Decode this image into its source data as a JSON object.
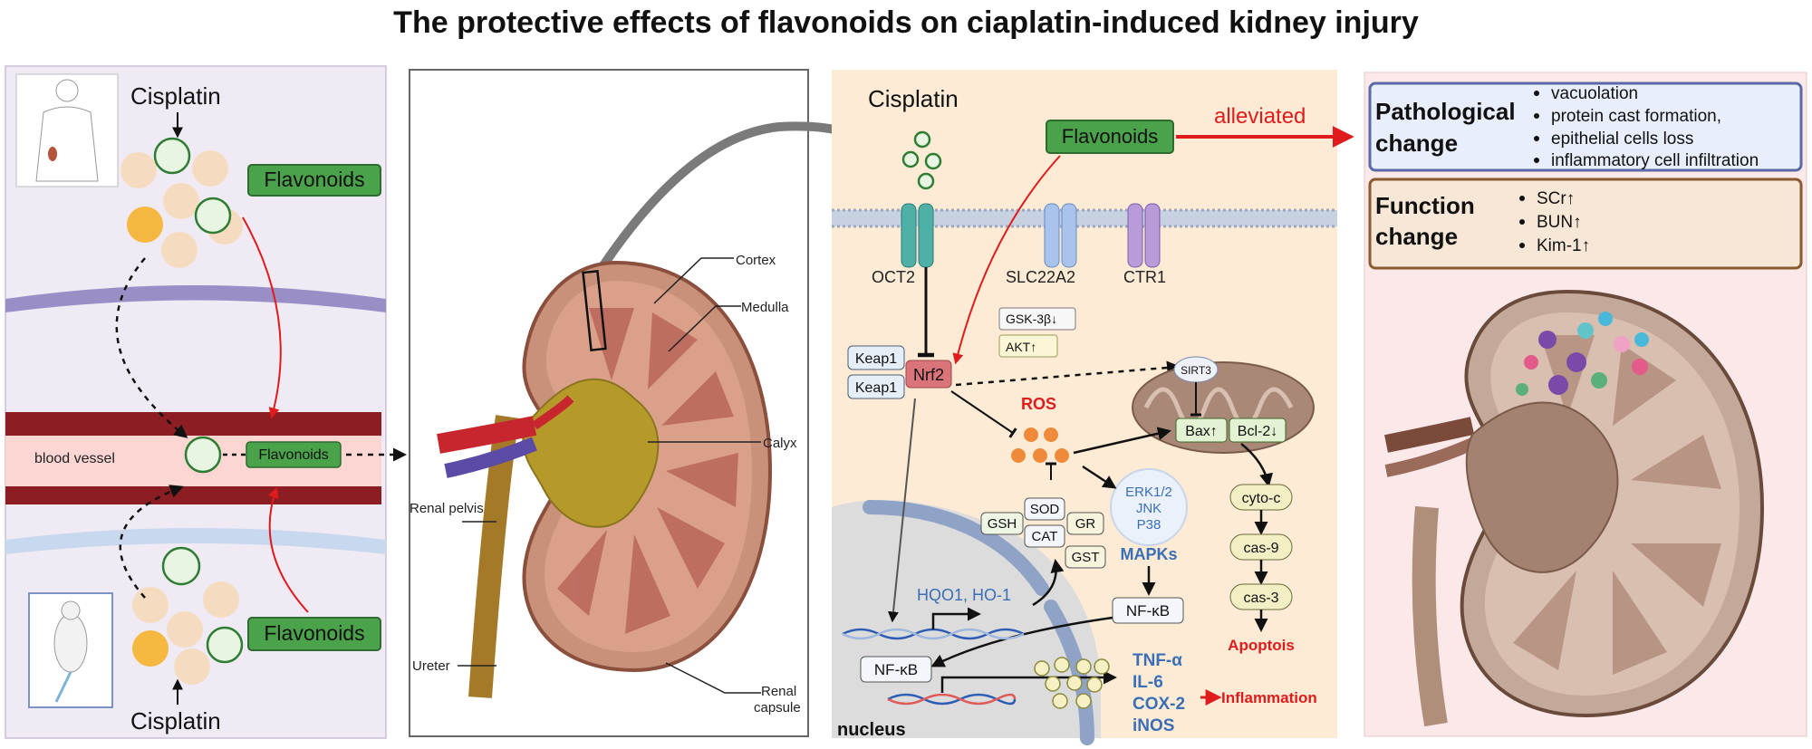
{
  "title": "The protective effects of flavonoids on ciaplatin-induced kidney injury",
  "panel1": {
    "cisplatin_top": "Cisplatin",
    "cisplatin_bottom": "Cisplatin",
    "flavonoids_top": "Flavonoids",
    "flavonoids_bottom": "Flavonoids",
    "flavonoids_vessel": "Flavonoids",
    "blood_vessel": "blood vessel"
  },
  "panel2": {
    "cortex": "Cortex",
    "medulla": "Medulla",
    "calyx": "Calyx",
    "renal_pelvis": "Renal pelvis",
    "ureter": "Ureter",
    "renal_capsule_1": "Renal",
    "renal_capsule_2": "capsule"
  },
  "panel3": {
    "cisplatin": "Cisplatin",
    "flavonoids": "Flavonoids",
    "alleviated": "alleviated",
    "oct2": "OCT2",
    "slc22a2": "SLC22A2",
    "ctr1": "CTR1",
    "gsk3b": "GSK-3β↓",
    "akt": "AKT↑",
    "keap1_a": "Keap1",
    "keap1_b": "Keap1",
    "nrf2": "Nrf2",
    "ros": "ROS",
    "sirt3": "SIRT3",
    "bax": "Bax↑",
    "bcl2": "Bcl-2↓",
    "sod": "SOD",
    "gsh": "GSH",
    "cat": "CAT",
    "gr": "GR",
    "gst": "GST",
    "erk": "ERK1/2",
    "jnk": "JNK",
    "p38": "P38",
    "mapks": "MAPKs",
    "nfkb_cyto": "NF-κB",
    "nfkb_nuc": "NF-κB",
    "hqo1": "HQO1, HO-1",
    "tnfa": "TNF-α",
    "il6": "IL-6",
    "cox2": "COX-2",
    "inos": "iNOS",
    "inflammation": "Inflammation",
    "cytoc": "cyto-c",
    "cas9": "cas-9",
    "cas3": "cas-3",
    "apoptosis": "Apoptois",
    "nucleus": "nucleus"
  },
  "panel4": {
    "pathological_title_1": "Pathological",
    "pathological_title_2": "change",
    "pathological_items": [
      "vacuolation",
      "protein cast formation,",
      "epithelial cells loss",
      "inflammatory cell infiltration"
    ],
    "function_title_1": "Function",
    "function_title_2": "change",
    "function_items": [
      "SCr↑",
      "BUN↑",
      "Kim-1↑"
    ]
  },
  "colors": {
    "flavonoid_green": "#4aa24a",
    "alert_red": "#e01b1b",
    "mapk_blue": "#3a6fb5",
    "panel3_bg": "#fdebd6",
    "panel4_bg": "#fbe8e8"
  }
}
